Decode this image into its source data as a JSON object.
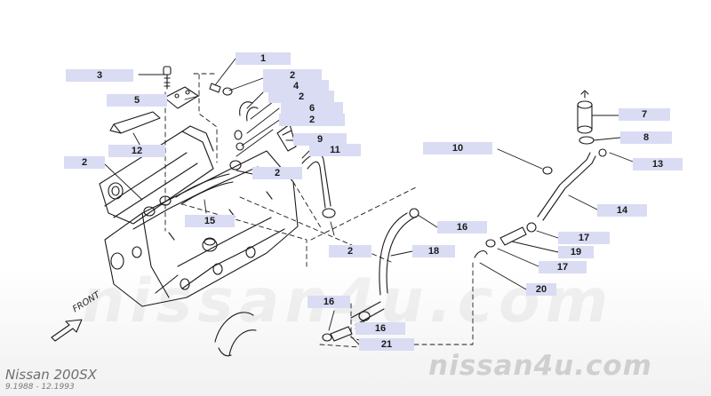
{
  "watermark": {
    "main": "nissan4u.com",
    "corner": "nissan4u.com"
  },
  "caption": {
    "model": "Nissan 200SX",
    "dates": "9.1988 - 12.1993"
  },
  "front_label": "FRONT",
  "colors": {
    "label_fill": "#d9dcf3",
    "line": "#1a1a1a"
  },
  "callouts": [
    {
      "text": "1"
    },
    {
      "text": "2"
    },
    {
      "text": "3"
    },
    {
      "text": "4"
    },
    {
      "text": "2"
    },
    {
      "text": "5"
    },
    {
      "text": "6"
    },
    {
      "text": "2"
    },
    {
      "text": "12"
    },
    {
      "text": "9"
    },
    {
      "text": "11"
    },
    {
      "text": "10"
    },
    {
      "text": "7"
    },
    {
      "text": "8"
    },
    {
      "text": "13"
    },
    {
      "text": "2"
    },
    {
      "text": "2"
    },
    {
      "text": "15"
    },
    {
      "text": "14"
    },
    {
      "text": "16"
    },
    {
      "text": "17"
    },
    {
      "text": "18"
    },
    {
      "text": "2"
    },
    {
      "text": "19"
    },
    {
      "text": "17"
    },
    {
      "text": "20"
    },
    {
      "text": "16"
    },
    {
      "text": "16"
    },
    {
      "text": "21"
    }
  ]
}
